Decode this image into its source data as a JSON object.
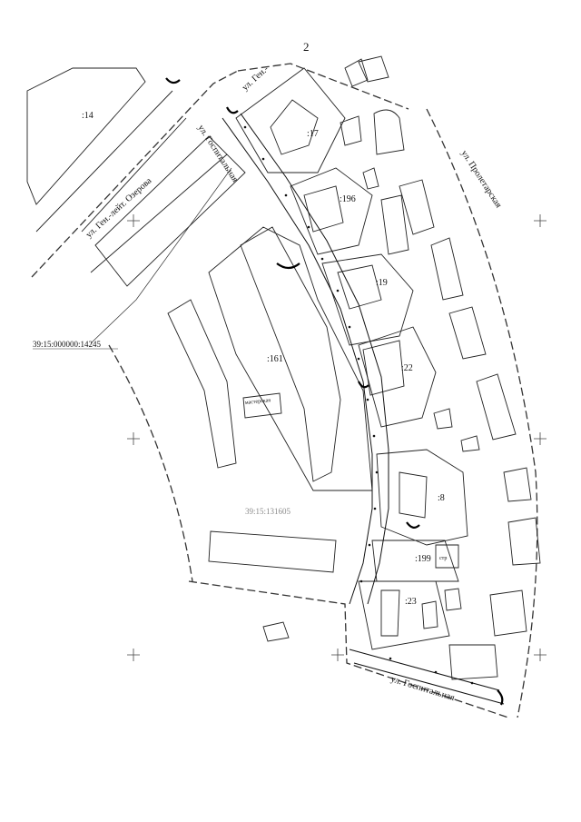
{
  "page_number": "2",
  "streets": {
    "gen_ozerova": "ул. Ген.-лейт. Озерова",
    "gospitalnaya_top": "ул. Госпитальная",
    "gospitalnaya_bottom": "ул. Госпитальная",
    "proletarskaya": "ул. Пролетарская",
    "gen_top": "ул. Ген.-"
  },
  "parcels": {
    "p14": ":14",
    "p17": ":17",
    "p196": ":196",
    "p19": ":19",
    "p161": ":161",
    "p22": ":22",
    "p8": ":8",
    "p199": ":199",
    "p23": ":23"
  },
  "cadastral": {
    "quarter_code": "39:15:000000:14245",
    "block_code": "39:15:131605"
  },
  "building_labels": {
    "mastersk": "мастерская",
    "stroi": "стр"
  }
}
